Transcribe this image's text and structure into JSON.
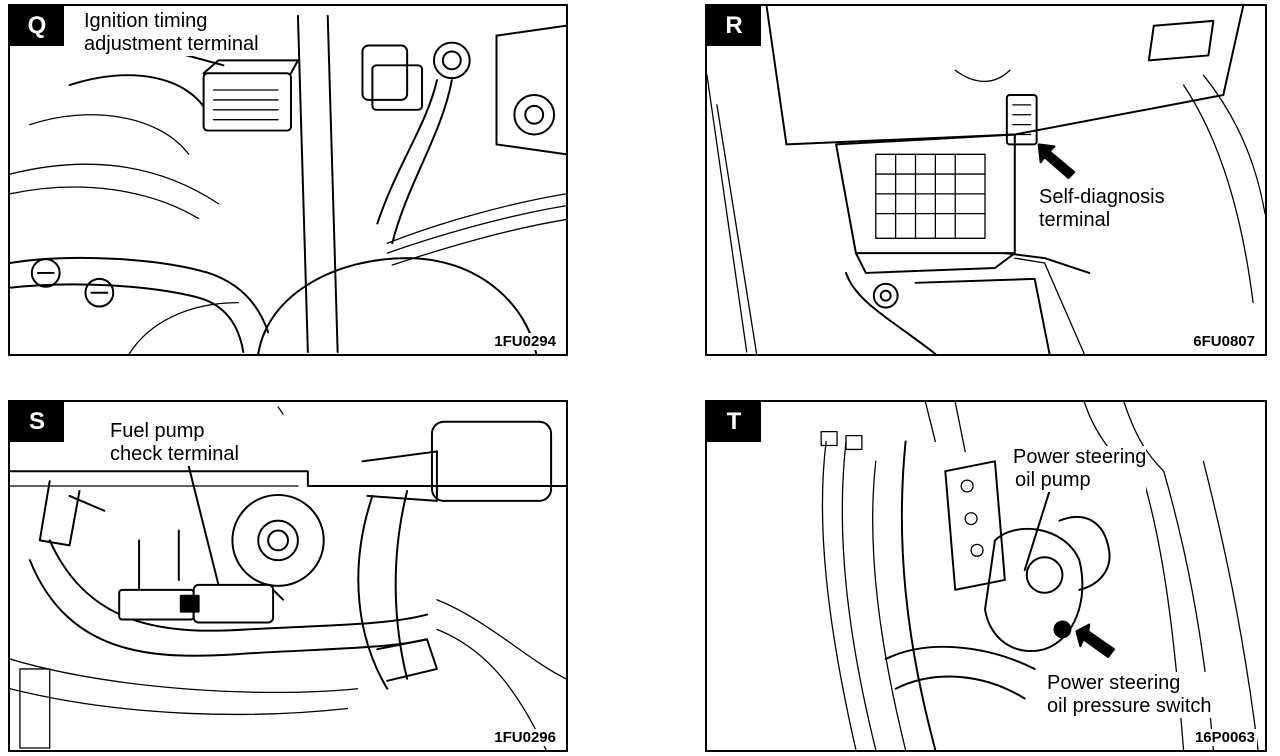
{
  "panels": [
    {
      "letter": "Q",
      "labels": [
        [
          "Ignition timing",
          "adjustment terminal"
        ]
      ],
      "code": "1FU0294"
    },
    {
      "letter": "R",
      "labels": [
        [
          "Self-diagnosis",
          "terminal"
        ]
      ],
      "code": "6FU0807"
    },
    {
      "letter": "S",
      "labels": [
        [
          "Fuel pump",
          "check terminal"
        ]
      ],
      "code": "1FU0296"
    },
    {
      "letter": "T",
      "labels": [
        [
          "Power steering",
          "oil pump"
        ],
        [
          "Power steering",
          "oil pressure switch"
        ]
      ],
      "code": "16P0063"
    }
  ]
}
